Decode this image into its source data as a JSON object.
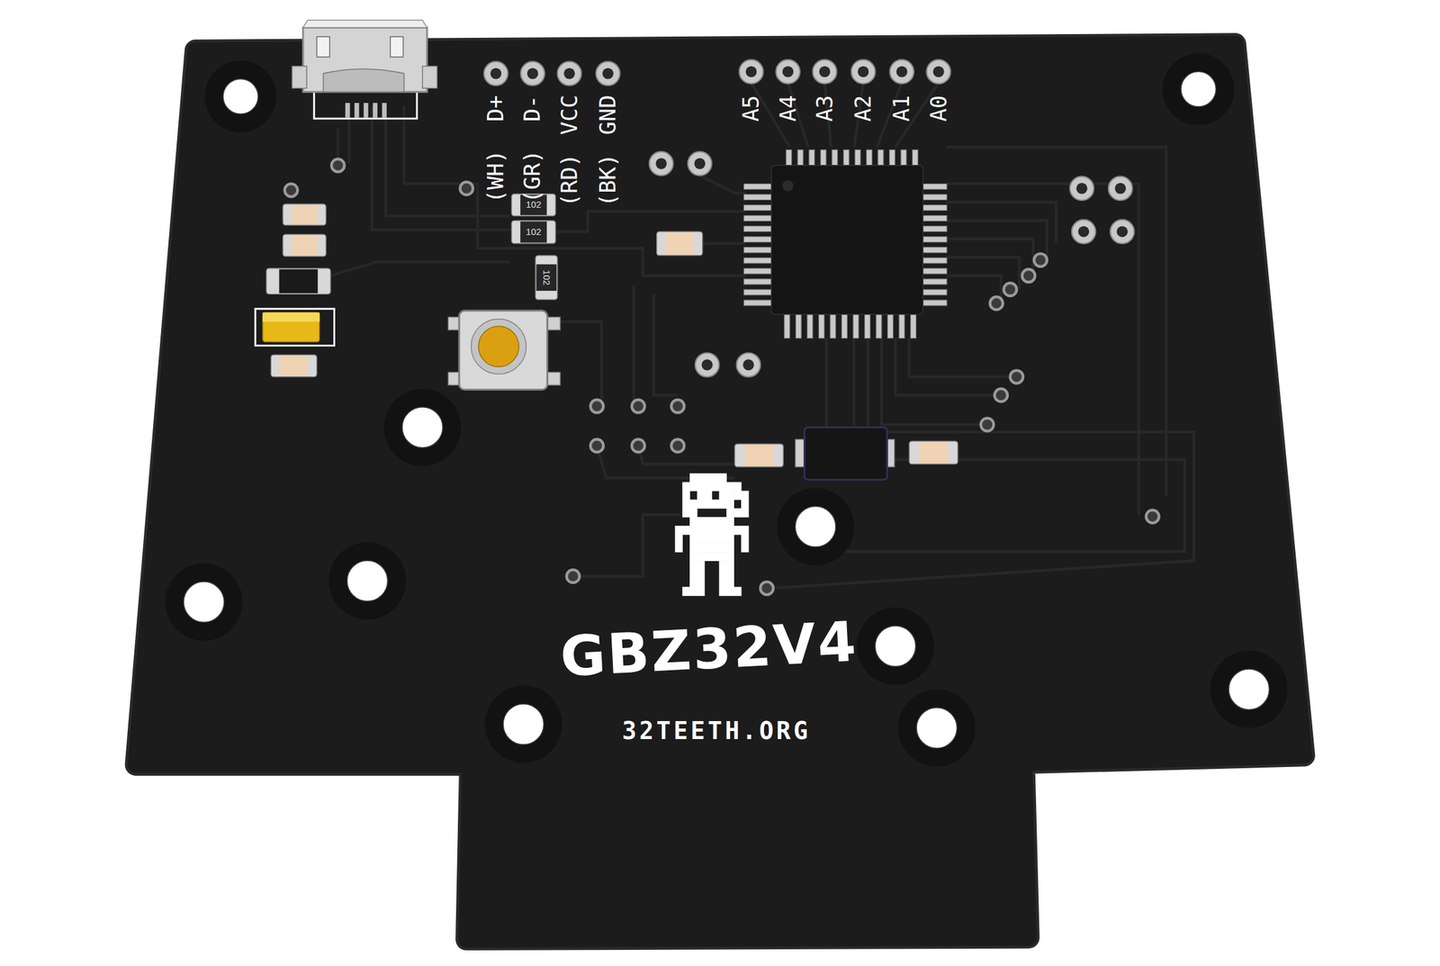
{
  "diagram": {
    "labels": [
      "D+",
      "D-",
      "VCC",
      "GND",
      "(WH)",
      "(GR)",
      "(RD)",
      "(BK)",
      "A5",
      "A4",
      "A3",
      "A2",
      "A1",
      "A0",
      "102",
      "102",
      "102",
      "GBZ32V4",
      "32TEETH.ORG"
    ]
  }
}
